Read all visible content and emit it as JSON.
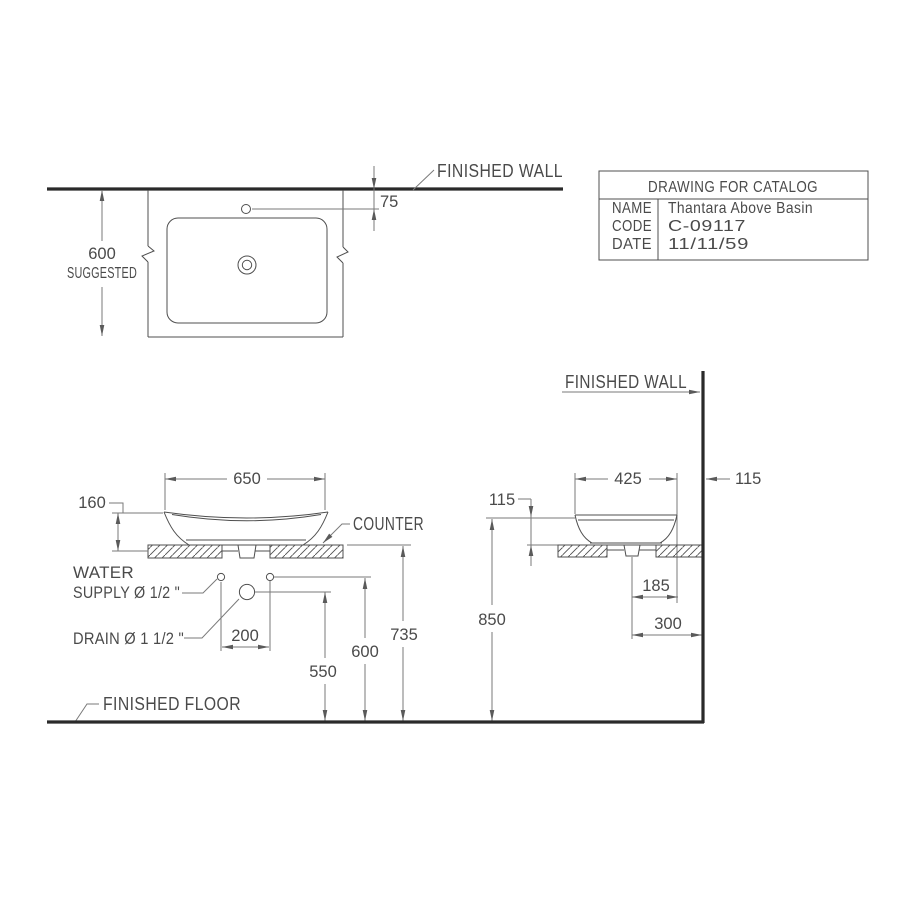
{
  "colors": {
    "background": "#ffffff",
    "object_line": "#4f4f4f",
    "dimension_line": "#7a7a7a",
    "heavy_line": "#2a2a2a",
    "text": "#4a4a4a"
  },
  "title_block": {
    "title": "DRAWING FOR CATALOG",
    "rows": [
      {
        "label": "NAME",
        "value": "Thantara Above Basin"
      },
      {
        "label": "CODE",
        "value": "C-09117"
      },
      {
        "label": "DATE",
        "value": "11/11/59"
      }
    ]
  },
  "plan_view": {
    "finished_wall_label": "FINISHED WALL",
    "dim_wall_to_faucet": "75",
    "dim_depth": "600",
    "dim_depth_note": "SUGGESTED"
  },
  "front_view": {
    "dim_width": "650",
    "dim_basin_height": "160",
    "dim_supply_spacing": "200",
    "dim_drain_height": "550",
    "dim_supply_height": "600",
    "dim_counter_height": "735",
    "counter_label": "COUNTER",
    "water_supply_label_line1": "WATER",
    "water_supply_label_line2": "SUPPLY Ø 1/2 \"",
    "drain_label": "DRAIN Ø 1 1/2 \"",
    "finished_floor_label": "FINISHED FLOOR"
  },
  "side_view": {
    "finished_wall_label": "FINISHED WALL",
    "dim_depth": "425",
    "dim_wall_gap": "115",
    "dim_basin_height": "115",
    "dim_drain_to_edge": "185",
    "dim_drain_to_wall": "300",
    "dim_rim_height": "850"
  }
}
